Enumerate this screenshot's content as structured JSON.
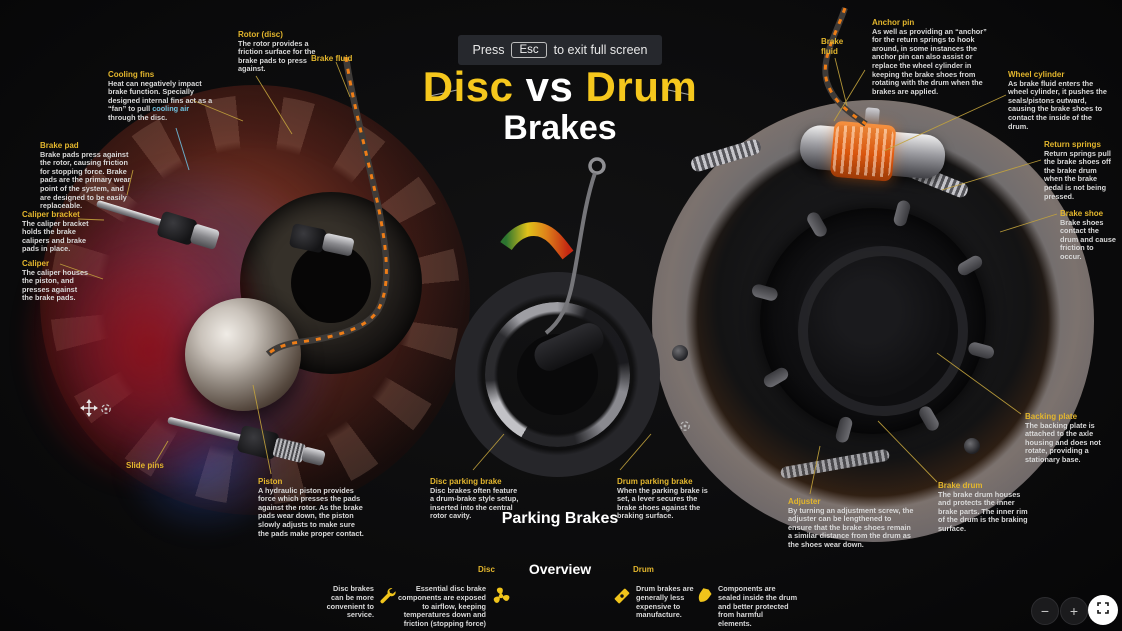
{
  "banner": {
    "press": "Press",
    "key": "Esc",
    "suffix": "to exit full screen"
  },
  "title": {
    "disc": "Disc",
    "vs": " vs ",
    "drum": "Drum",
    "line2": "Brakes"
  },
  "colors": {
    "accent_yellow": "#f5c71d",
    "label_yellow": "#e3b62d",
    "highlight_blue": "#6fc3e0",
    "hose_orange": "#ed7d18"
  },
  "labels": {
    "rotor": {
      "title": "Rotor (disc)",
      "body": "The rotor provides a friction surface for the brake pads to press against."
    },
    "brake_fluid_left": {
      "title": "Brake fluid"
    },
    "cooling_fins": {
      "title": "Cooling fins",
      "body_pre": "Heat can negatively impact brake function. Specially designed internal fins act as a “fan” to pull ",
      "highlight": "cooling air",
      "body_post": " through the disc."
    },
    "brake_pad": {
      "title": "Brake pad",
      "body": "Brake pads press against the rotor, causing friction for stopping force. Brake pads are the primary wear point of the system, and are designed to be easily replaceable."
    },
    "caliper_bracket": {
      "title": "Caliper bracket",
      "body": "The caliper bracket holds the brake calipers and brake pads in place."
    },
    "caliper": {
      "title": "Caliper",
      "body": "The caliper houses the piston, and presses against the brake pads."
    },
    "slide_pins": {
      "title": "Slide pins"
    },
    "piston": {
      "title": "Piston",
      "body": "A hydraulic piston provides force which presses the pads against the rotor. As the brake pads wear down, the piston slowly adjusts to make sure the pads make proper contact."
    },
    "anchor_pin": {
      "title": "Anchor pin",
      "body": "As well as providing an “anchor” for the return springs to hook around, in some instances the anchor pin can also assist or replace the wheel cylinder in keeping the brake shoes from rotating with the drum when the brakes are applied."
    },
    "brake_fluid_right": {
      "title": "Brake fluid"
    },
    "wheel_cylinder": {
      "title": "Wheel cylinder",
      "body": "As brake fluid enters the wheel cylinder, it pushes the seals/pistons outward, causing the brake shoes to contact the inside of the drum."
    },
    "return_springs": {
      "title": "Return springs",
      "body": "Return springs pull the brake shoes off the brake drum when the brake pedal is not being pressed."
    },
    "brake_shoe": {
      "title": "Brake shoe",
      "body": "Brake shoes contact the drum and cause friction to occur."
    },
    "backing_plate": {
      "title": "Backing plate",
      "body": "The backing plate is attached to the axle housing and does not rotate, providing a stationary base."
    },
    "brake_drum": {
      "title": "Brake drum",
      "body": "The brake drum houses and protects the inner brake parts. The inner rim of the drum is the braking surface."
    },
    "adjuster": {
      "title": "Adjuster",
      "body": "By turning an adjustment screw, the adjuster can be lengthened to ensure that the brake shoes remain a similar distance from the drum as the shoes wear down."
    },
    "disc_parking": {
      "title": "Disc parking brake",
      "body": "Disc brakes often feature a drum-brake style setup, inserted into the central rotor cavity."
    },
    "drum_parking": {
      "title": "Drum parking brake",
      "body": "When the parking brake is set, a lever secures the brake shoes against the braking surface."
    }
  },
  "parking": {
    "heading": "Parking Brakes"
  },
  "overview": {
    "heading": "Overview",
    "disc_label": "Disc",
    "drum_label": "Drum",
    "items": [
      {
        "icon": "wrench-icon",
        "text": "Disc brakes can be more convenient to service."
      },
      {
        "icon": "fan-icon",
        "text": "Essential disc brake components are exposed to airflow, keeping temperatures down and friction (stopping force) up."
      },
      {
        "icon": "money-icon",
        "text": "Drum brakes are generally less expensive to manufacture."
      },
      {
        "icon": "shield-icon",
        "text": "Components are sealed inside the drum and better protected from harmful elements."
      }
    ]
  },
  "controls": {
    "zoom_out_label": "−",
    "zoom_in_label": "+"
  }
}
